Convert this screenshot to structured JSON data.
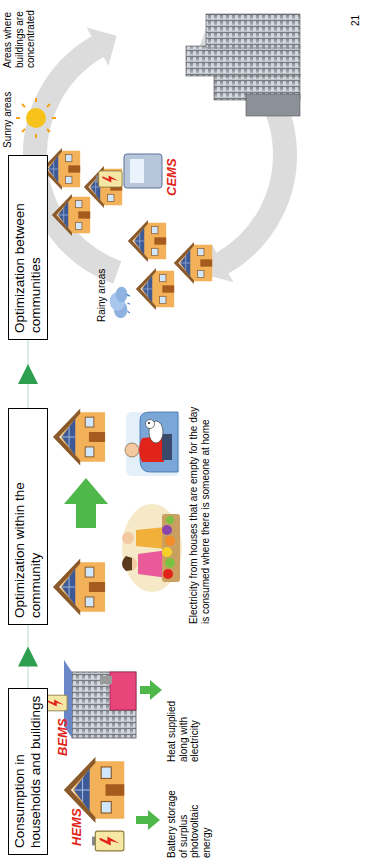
{
  "diagram": {
    "nodes": [
      {
        "text": [
          "Consumption in households and buildings"
        ]
      },
      {
        "text": [
          "Optimization within the community"
        ]
      },
      {
        "text": [
          "Optimization between communities"
        ]
      }
    ],
    "edges": [
      {
        "from": 0,
        "to": 1,
        "arrow": "to"
      },
      {
        "from": 1,
        "to": 2,
        "arrow": "to"
      }
    ],
    "labels": [
      "HEMS",
      "BEMS",
      "Battery storage of surplus photovoltaic energy",
      "Heat supplied along with electricity",
      "Electricity from houses that are empty for the day is consumed where there is someone at home",
      "Sunny areas",
      "CEMS",
      "Rainy areas",
      "Areas where buildings are concentrated",
      "21"
    ]
  }
}
